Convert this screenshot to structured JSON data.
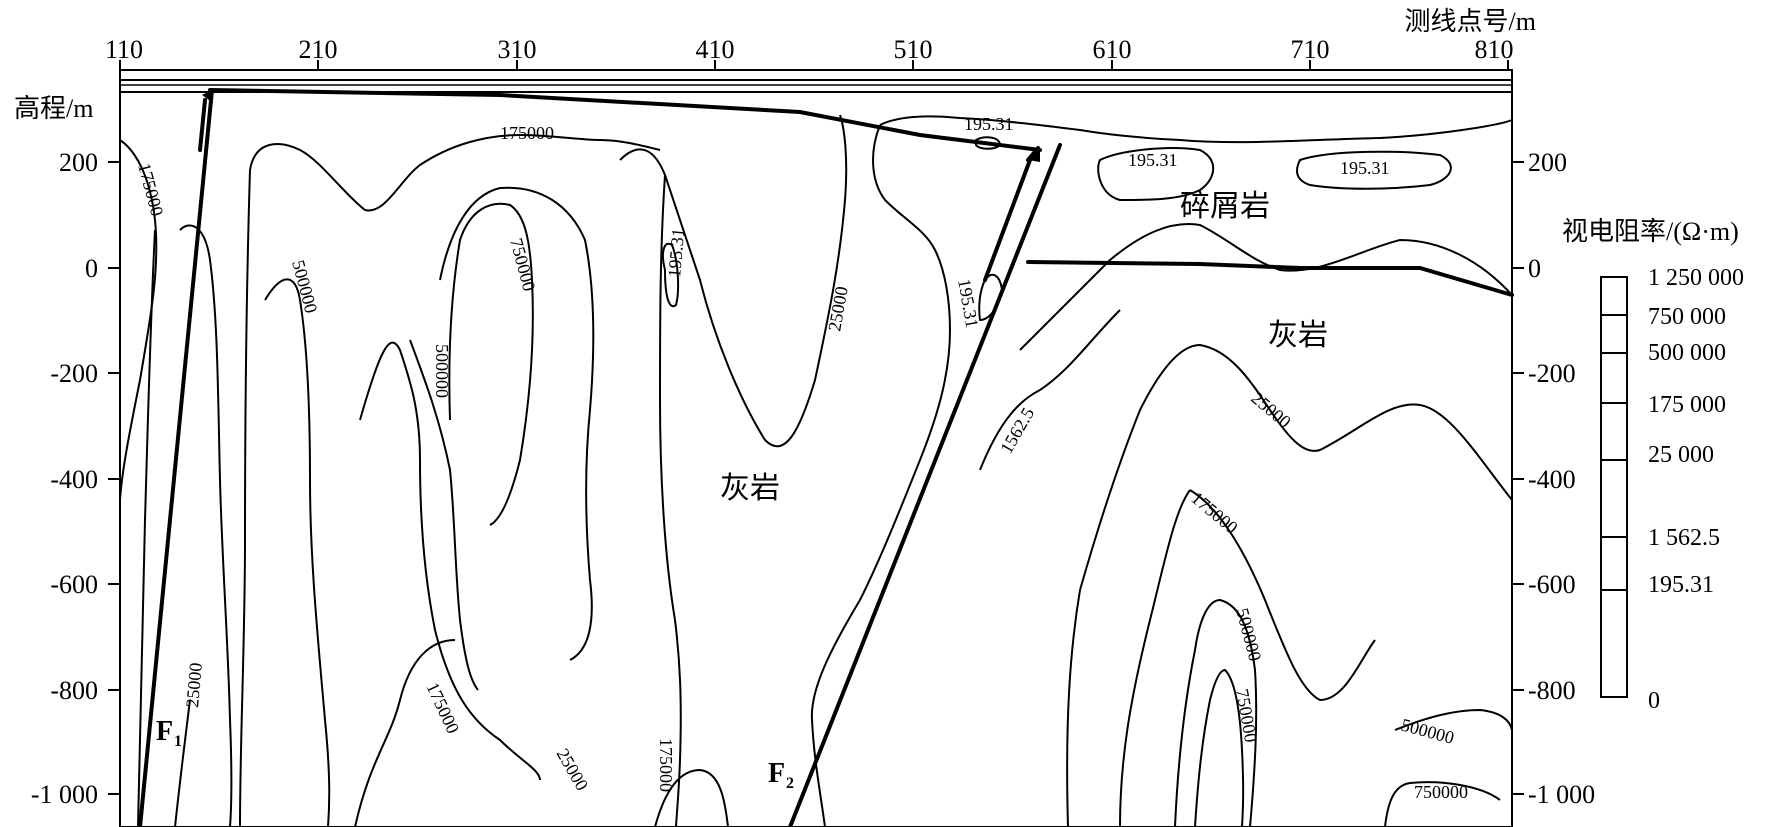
{
  "x_axis": {
    "title": "测线点号/m",
    "ticks": [
      "110",
      "210",
      "310",
      "410",
      "510",
      "610",
      "710",
      "810"
    ]
  },
  "y_axis": {
    "title": "高程/m",
    "ticks_left": [
      "200",
      "0",
      "-200",
      "-400",
      "-600",
      "-800",
      "-1 000"
    ],
    "ticks_right": [
      "200",
      "0",
      "-200",
      "-400",
      "-600",
      "-800",
      "-1 000"
    ]
  },
  "legend": {
    "title": "视电阻率/(Ω·m)",
    "entries": [
      "1 250 000",
      "750 000",
      "500 000",
      "175 000",
      "25 000",
      "1 562.5",
      "195.31",
      "0"
    ]
  },
  "lithology": {
    "detritus": "碎屑岩",
    "limestone_right": "灰岩",
    "limestone_center": "灰岩"
  },
  "faults": {
    "f1_main": "F",
    "f1_sub": "1",
    "f2_main": "F",
    "f2_sub": "2"
  },
  "contour_labels": {
    "c1": "175000",
    "c2": "175000",
    "c3": "500000",
    "c4": "750000",
    "c5": "500000",
    "c6": "195.31",
    "c7": "25000",
    "c8": "195.31",
    "c9": "195.31",
    "c10": "195.31",
    "c11": "195.31",
    "c12": "1562.5",
    "c13": "25000",
    "c14": "175000",
    "c15": "500000",
    "c16": "750000",
    "c17": "500000",
    "c18": "750000",
    "c19": "25000",
    "c20": "175000",
    "c21": "25000",
    "c22": "175000"
  }
}
